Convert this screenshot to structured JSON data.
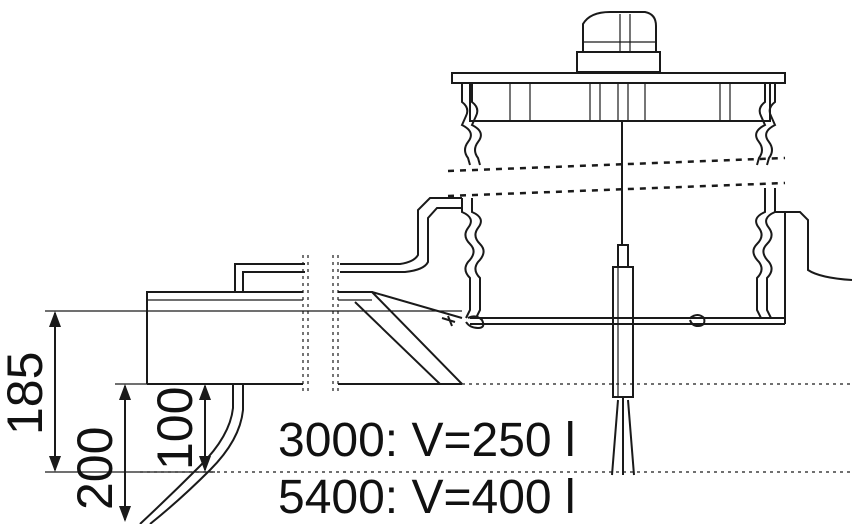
{
  "dimensions": {
    "d185": "185",
    "d200": "200",
    "d100": "100"
  },
  "captions": {
    "line1": "3000: V=250 l",
    "line2": "5400: V=400 l"
  },
  "colors": {
    "ink": "#1a1a1a",
    "cover_fill": "#d8d8d8"
  }
}
